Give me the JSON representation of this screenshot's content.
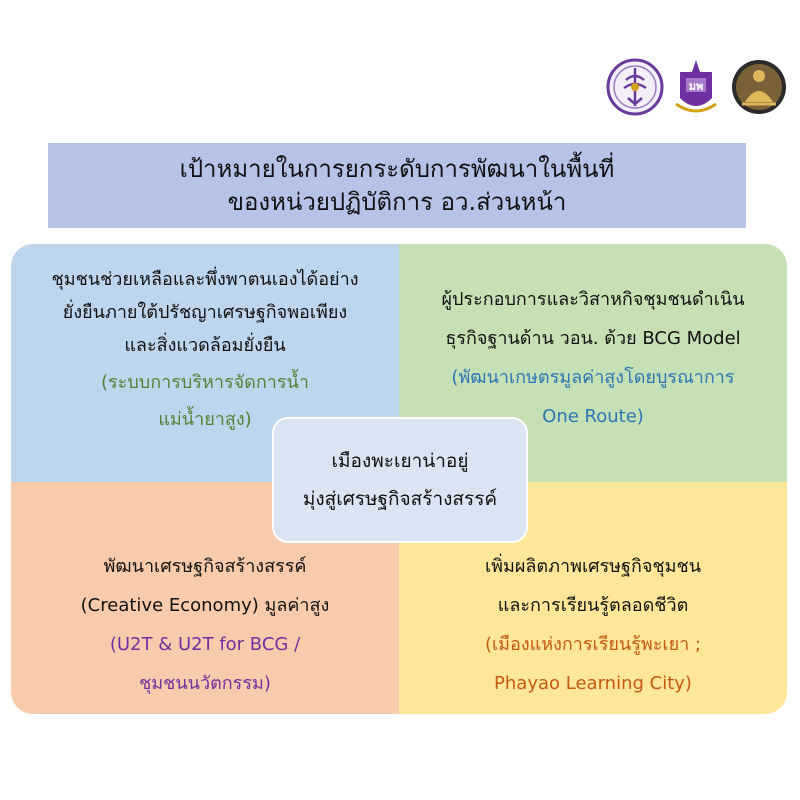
{
  "logos": [
    {
      "icon": "university-emblem-icon",
      "color": "#6a3a9a"
    },
    {
      "icon": "up-logo-icon",
      "color": "#6f2fa0"
    },
    {
      "icon": "buddha-seal-icon",
      "color": "#5b4a2a"
    }
  ],
  "header": {
    "lines": [
      "เป้าหมายในการยกระดับการพัฒนาในพื้นที่",
      "ของหน่วยปฏิบัติการ อว.ส่วนหน้า"
    ],
    "color": "#b5c3e6"
  },
  "center": {
    "lines": [
      "เมืองพะเยาน่าอยู่",
      "มุ่งสู่เศรษฐกิจสร้างสรรค์"
    ]
  },
  "quadrants": {
    "top_left": {
      "lines": [
        "ชุมชนช่วยเหลือและพึ่งพาตนเองได้อย่าง",
        "ยั่งยืนภายใต้ปรัชญาเศรษฐกิจพอเพียง",
        "และสิ่งแวดล้อมยั่งยืน"
      ],
      "note_lines": [
        "(ระบบการบริหารจัดการน้ำ",
        "แม่น้ำยาสูง)"
      ],
      "note_color": "#548235",
      "bg": "#bed5ee"
    },
    "top_right": {
      "lines": [
        "ผู้ประกอบการและวิสาหกิจชุมชนดำเนิน",
        "ธุรกิจฐานด้าน วอน. ด้วย BCG Model"
      ],
      "note_lines": [
        "(พัฒนาเกษตรมูลค่าสูงโดยบูรณาการ",
        "One Route)"
      ],
      "note_color": "#2e75b6",
      "bg": "#c5e0b4"
    },
    "bottom_left": {
      "lines": [
        "พัฒนาเศรษฐกิจสร้างสรรค์",
        "(Creative Economy) มูลค่าสูง"
      ],
      "note_lines": [
        "(U2T & U2T for BCG /",
        "ชุมชนนวัตกรรม)"
      ],
      "note_color": "#7030a0",
      "bg": "#f8cbad"
    },
    "bottom_right": {
      "lines": [
        "เพิ่มผลิตภาพเศรษฐกิจชุมชน",
        "และการเรียนรู้ตลอดชีวิต"
      ],
      "note_lines": [
        "(เมืองแห่งการเรียนรู้พะเยา ;",
        "Phayao Learning City)"
      ],
      "note_color": "#c55a11",
      "bg": "#ffe699"
    }
  }
}
